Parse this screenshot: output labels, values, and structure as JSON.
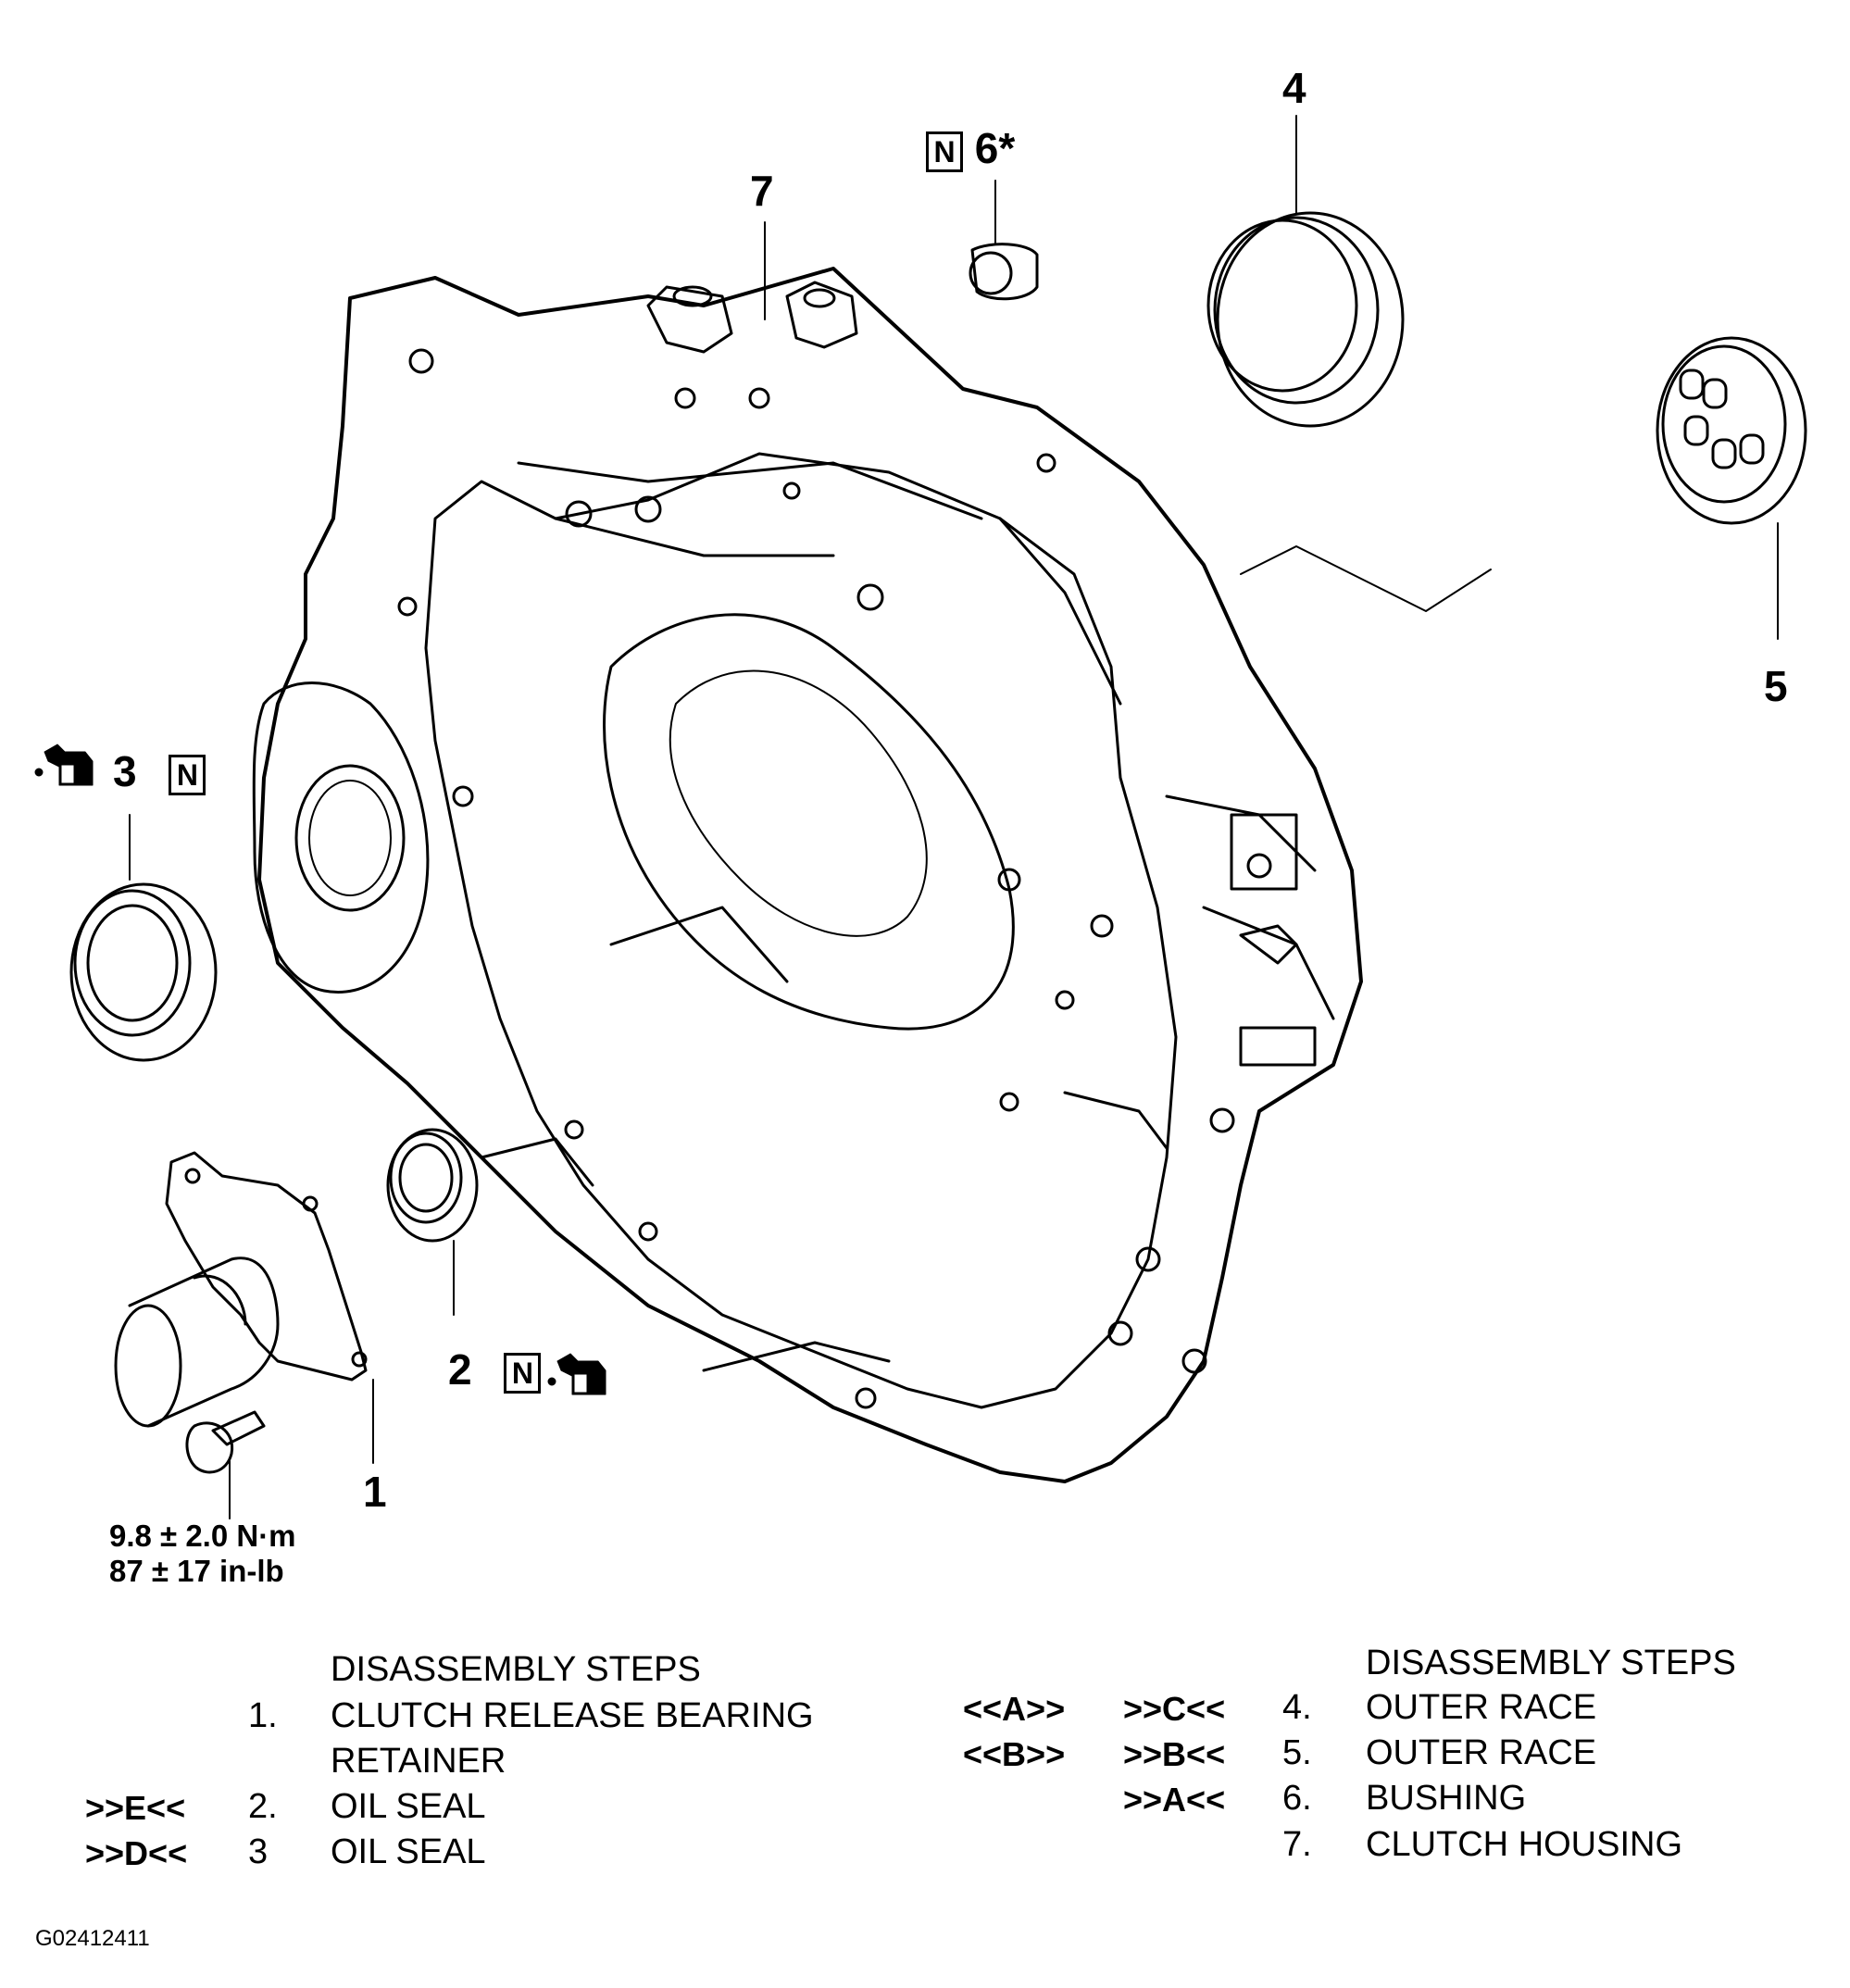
{
  "callouts": {
    "c1": "1",
    "c2": "2",
    "c3": "3",
    "c4": "4",
    "c5": "5",
    "c6": "6*",
    "c7": "7",
    "n_symbol": "N"
  },
  "torque": {
    "line1": "9.8 ± 2.0 N·m",
    "line2": "87 ± 17 in-lb"
  },
  "left_steps": {
    "header": "DISASSEMBLY STEPS",
    "items": [
      {
        "code": "",
        "num": "1.",
        "text": "CLUTCH RELEASE BEARING"
      },
      {
        "code": "",
        "num": "",
        "text": "RETAINER"
      },
      {
        "code": ">>E<<",
        "num": "2.",
        "text": "OIL SEAL"
      },
      {
        "code": ">>D<<",
        "num": "3",
        "text": "OIL SEAL"
      }
    ]
  },
  "right_steps": {
    "header": "DISASSEMBLY STEPS",
    "items": [
      {
        "code1": "<<A>>",
        "code2": ">>C<<",
        "num": "4.",
        "text": "OUTER RACE"
      },
      {
        "code1": "<<B>>",
        "code2": ">>B<<",
        "num": "5.",
        "text": "OUTER RACE"
      },
      {
        "code1": "",
        "code2": ">>A<<",
        "num": "6.",
        "text": "BUSHING"
      },
      {
        "code1": "",
        "code2": "",
        "num": "7.",
        "text": "CLUTCH HOUSING"
      }
    ]
  },
  "figure_id": "G02412411",
  "icons": {
    "lubricant": "oil-can-icon",
    "new_part": "n-box-icon"
  },
  "colors": {
    "line": "#000000",
    "background": "#ffffff"
  }
}
